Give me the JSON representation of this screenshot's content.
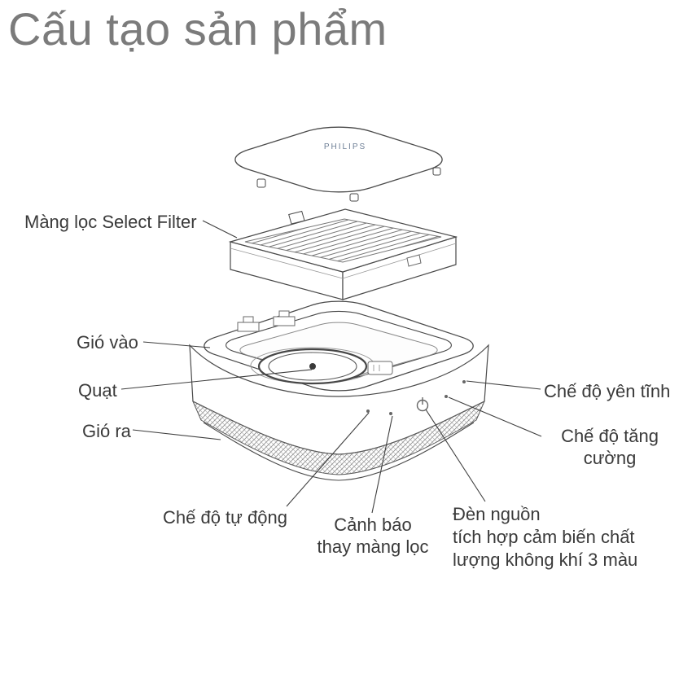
{
  "title": "Cấu tạo sản phẩm",
  "device": {
    "brand": "PHILIPS"
  },
  "callouts": {
    "filter": {
      "text": "Màng lọc Select Filter"
    },
    "air_in": {
      "text": "Gió vào"
    },
    "fan": {
      "text": "Quạt"
    },
    "air_out": {
      "text": "Gió ra"
    },
    "quiet_mode": {
      "text": "Chế độ yên tĩnh"
    },
    "boost_mode": {
      "lines": [
        "Chế độ tăng",
        "cường"
      ]
    },
    "auto_mode": {
      "text": "Chế độ tự động"
    },
    "filter_alert": {
      "lines": [
        "Cảnh báo",
        "thay màng lọc"
      ]
    },
    "power_light": {
      "lines": [
        "Đèn nguồn",
        "tích hợp cảm biến chất",
        "lượng không khí 3 màu"
      ]
    }
  },
  "colors": {
    "title": "#7b7b7b",
    "label": "#3a3a3a",
    "outline": "#4a4a4a",
    "brand_text": "#6e7f96",
    "background": "#ffffff"
  }
}
